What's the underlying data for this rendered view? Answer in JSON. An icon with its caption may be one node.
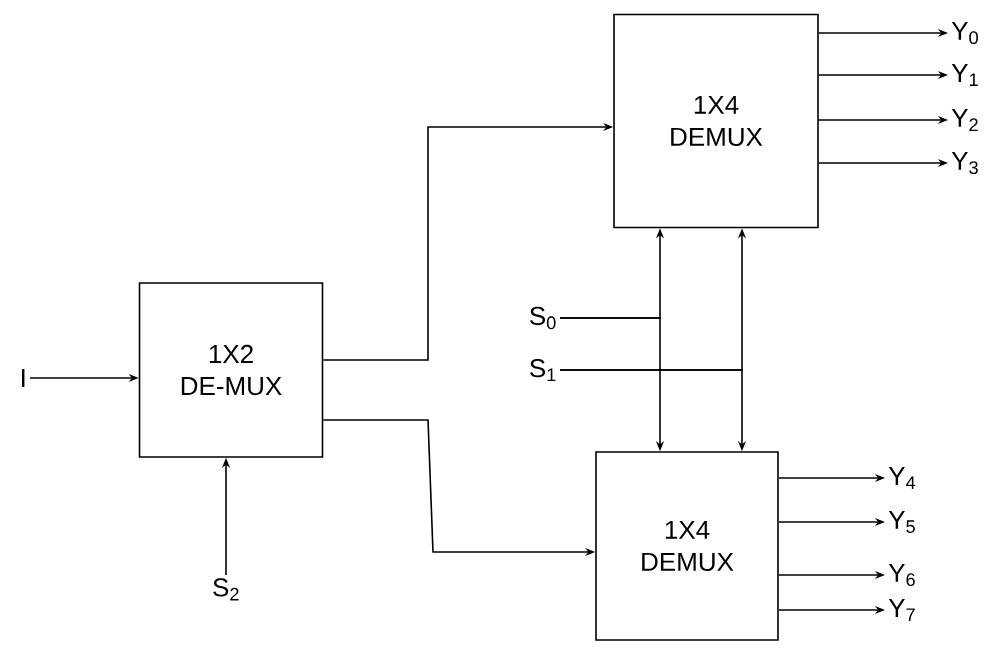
{
  "diagram": {
    "nodes": [
      {
        "text": [
          "1X2 DE-MUX"
        ]
      },
      {
        "text": [
          "1X4 DEMUX"
        ]
      },
      {
        "text": [
          "1X4 DEMUX"
        ]
      },
      {
        "text": [
          "I"
        ]
      },
      {
        "text": [
          "S$_{2}$"
        ]
      },
      {
        "text": [
          "S$_{0}$"
        ]
      },
      {
        "text": [
          "S$_{1}$"
        ]
      },
      {
        "text": [
          "Y$_{0}$"
        ]
      },
      {
        "text": [
          "Y$_{1}$"
        ]
      },
      {
        "text": [
          "Y$_{2}$"
        ]
      },
      {
        "text": [
          "Y$_{3}$"
        ]
      },
      {
        "text": [
          "Y$_{4}$"
        ]
      },
      {
        "text": [
          "Y$_{5}$"
        ]
      },
      {
        "text": [
          "Y$_{6}$"
        ]
      },
      {
        "text": [
          "Y$_{7}$"
        ]
      }
    ],
    "edges": [
      {
        "from": 3,
        "to": 0,
        "arrow": "to"
      },
      {
        "from": 4,
        "to": 0,
        "arrow": "to"
      },
      {
        "from": 0,
        "to": 1,
        "arrow": "to"
      },
      {
        "from": 0,
        "to": 2,
        "arrow": "to"
      },
      {
        "from": 5,
        "to": 1,
        "arrow": "to"
      },
      {
        "from": 5,
        "to": 2,
        "arrow": "to"
      },
      {
        "from": 6,
        "to": 1,
        "arrow": "to"
      },
      {
        "from": 6,
        "to": 2,
        "arrow": "to"
      },
      {
        "from": 1,
        "to": 7,
        "arrow": "to"
      },
      {
        "from": 1,
        "to": 8,
        "arrow": "to"
      },
      {
        "from": 1,
        "to": 9,
        "arrow": "to"
      },
      {
        "from": 1,
        "to": 10,
        "arrow": "to"
      },
      {
        "from": 2,
        "to": 11,
        "arrow": "to"
      },
      {
        "from": 2,
        "to": 12,
        "arrow": "to"
      },
      {
        "from": 2,
        "to": 13,
        "arrow": "to"
      },
      {
        "from": 2,
        "to": 14,
        "arrow": "to"
      }
    ]
  }
}
